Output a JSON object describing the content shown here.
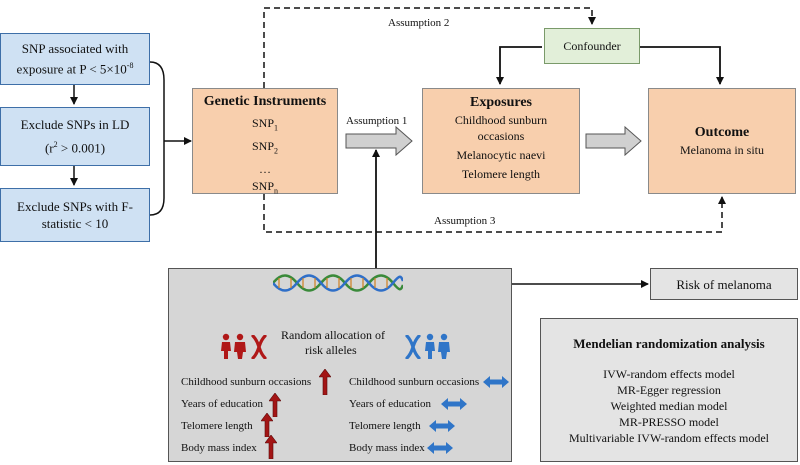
{
  "colors": {
    "blue_box": "#cfe1f3",
    "orange_box": "#f8cfad",
    "green_box": "#e2efd9",
    "gray_box": "#d6d6d6",
    "red_arrow": "#a31515",
    "blue_arrow": "#2f75c8"
  },
  "steps": {
    "step1_line1": "SNP associated with",
    "step1_line2": "exposure at P < 5×10",
    "step1_sup": "-8",
    "step2_line1": "Exclude SNPs in LD",
    "step2_pre": "(r",
    "step2_sup": "2",
    "step2_post": " > 0.001)",
    "step3_line1": "Exclude SNPs with F-",
    "step3_line2": "statistic < 10"
  },
  "instruments": {
    "title": "Genetic Instruments",
    "snp1": "SNP",
    "snp1_sub": "1",
    "snp2": "SNP",
    "snp2_sub": "2",
    "ellipsis": "…",
    "snpn": "SNP",
    "snpn_sub": "n"
  },
  "exposures": {
    "title": "Exposures",
    "item1_line1": "Childhood sunburn",
    "item1_line2": "occasions",
    "item2": "Melanocytic naevi",
    "item3": "Telomere length"
  },
  "outcome": {
    "title": "Outcome",
    "subtitle": "Melanoma in situ"
  },
  "confounder": "Confounder",
  "assumptions": {
    "a1": "Assumption 1",
    "a2": "Assumption 2",
    "a3": "Assumption 3"
  },
  "risk": "Risk of melanoma",
  "random_allocation": {
    "line1": "Random allocation of",
    "line2": "risk  alleles"
  },
  "traits_left": [
    {
      "label": "Childhood sunburn occasions",
      "icon": "up-arrow-icon"
    },
    {
      "label": "Years of education",
      "icon": "up-arrow-icon"
    },
    {
      "label": "Telomere length",
      "icon": "up-arrow-icon"
    },
    {
      "label": "Body mass index",
      "icon": "up-arrow-icon"
    }
  ],
  "traits_right": [
    {
      "label": "Childhood sunburn occasions",
      "icon": "double-arrow-icon"
    },
    {
      "label": "Years of education",
      "icon": "double-arrow-icon"
    },
    {
      "label": "Telomere length",
      "icon": "double-arrow-icon"
    },
    {
      "label": "Body mass index",
      "icon": "double-arrow-icon"
    }
  ],
  "mr": {
    "title": "Mendelian randomization analysis",
    "methods": [
      "IVW-random effects model",
      "MR-Egger regression",
      "Weighted median  model",
      "MR-PRESSO model",
      "Multivariable IVW-random effects model"
    ]
  }
}
